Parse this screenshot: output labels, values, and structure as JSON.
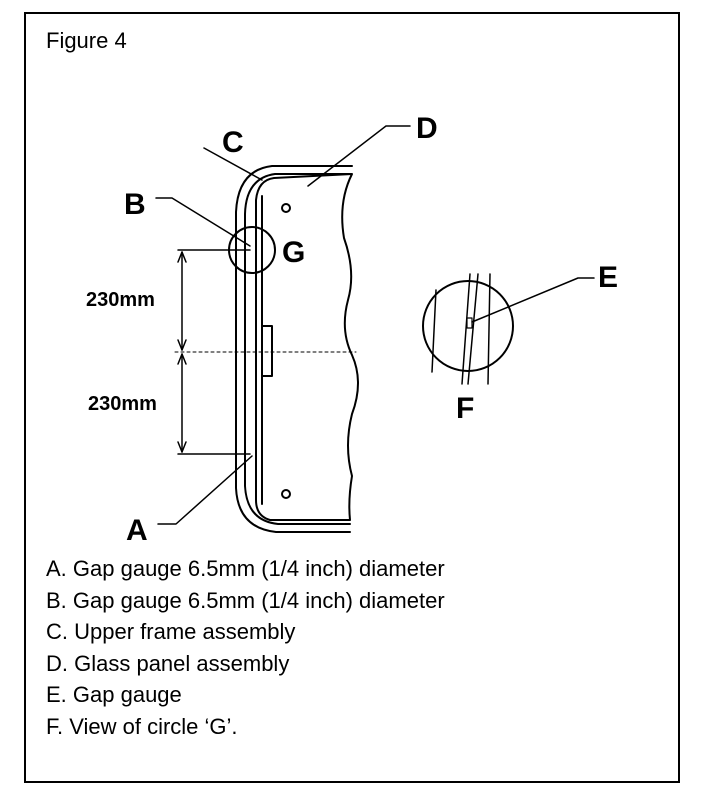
{
  "figure": {
    "title": "Figure 4"
  },
  "callouts": {
    "a": "A",
    "b": "B",
    "c": "C",
    "d": "D",
    "e": "E",
    "f": "F",
    "g": "G",
    "dim_upper": "230mm",
    "dim_lower": "230mm"
  },
  "legend": [
    "A. Gap gauge 6.5mm (1/4 inch) diameter",
    "B. Gap gauge 6.5mm (1/4 inch) diameter",
    "C. Upper frame assembly",
    "D. Glass panel assembly",
    "E. Gap gauge",
    "F. View of circle ‘G’."
  ]
}
